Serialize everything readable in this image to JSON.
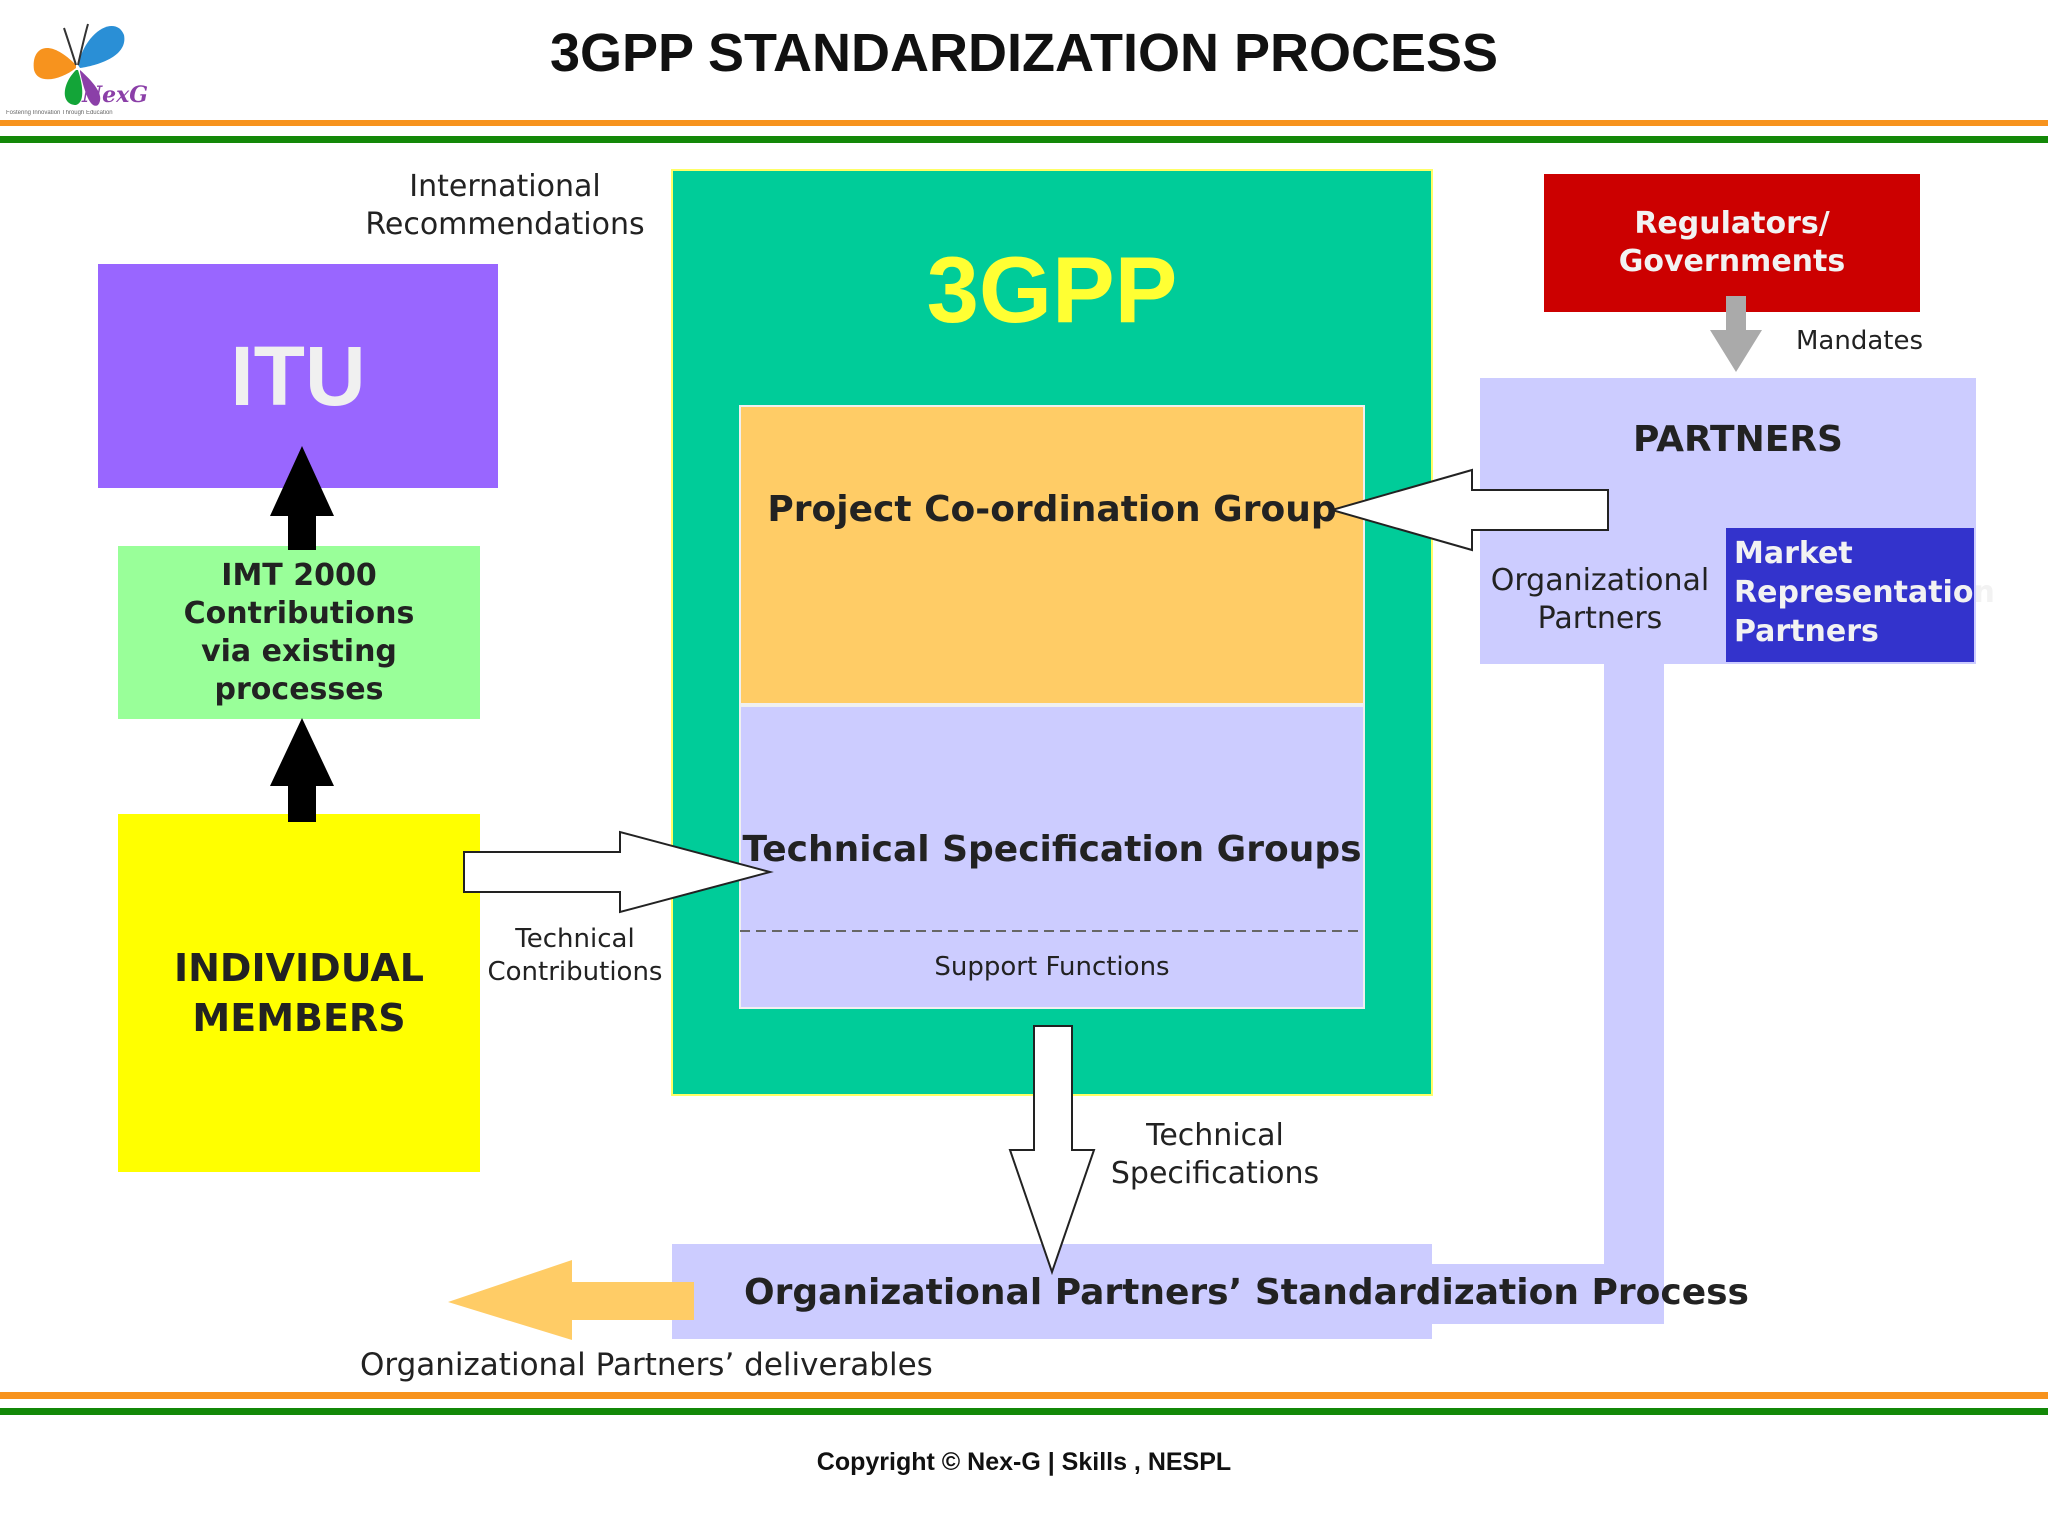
{
  "header": {
    "title": "3GPP STANDARDIZATION PROCESS",
    "logo_text": "NexG",
    "logo_tagline": "Fostering Innovation Through Education"
  },
  "diagram": {
    "international_recommendations": [
      "International",
      "Recommendations"
    ],
    "itu": "ITU",
    "imt_2000": [
      "IMT 2000",
      "Contributions",
      "via existing",
      "processes"
    ],
    "individual_members": [
      "INDIVIDUAL",
      "MEMBERS"
    ],
    "technical_contributions": [
      "Technical",
      "Contributions"
    ],
    "threegpp": "3GPP",
    "pcg": "Project Co-ordination Group",
    "tsg": "Technical Specification Groups",
    "support_functions": "Support Functions",
    "technical_specifications": [
      "Technical",
      "Specifications"
    ],
    "regulators": [
      "Regulators/",
      "Governments"
    ],
    "mandates": "Mandates",
    "partners": "PARTNERS",
    "organizational_partners": [
      "Organizational",
      "Partners"
    ],
    "market_representation_partners": [
      "Market",
      "Representation",
      "Partners"
    ],
    "op_standardization_process": "Organizational Partners’ Standardization Process",
    "op_deliverables": "Organizational Partners’ deliverables"
  },
  "footer": {
    "copyright": "Copyright © Nex-G | Skills , NESPL"
  },
  "colors": {
    "orange_rule": "#f7931e",
    "green_rule": "#138808",
    "itu": "#9966ff",
    "imt": "#99ff99",
    "members": "#ffff00",
    "threegpp": "#00cc99",
    "threegpp_text": "#ffff33",
    "pcg": "#ffcc66",
    "tsg": "#ccccff",
    "regulators": "#cc0000",
    "partners": "#ccccff",
    "mrp": "#3333cc",
    "deliverables_arrow": "#ffcc66"
  }
}
